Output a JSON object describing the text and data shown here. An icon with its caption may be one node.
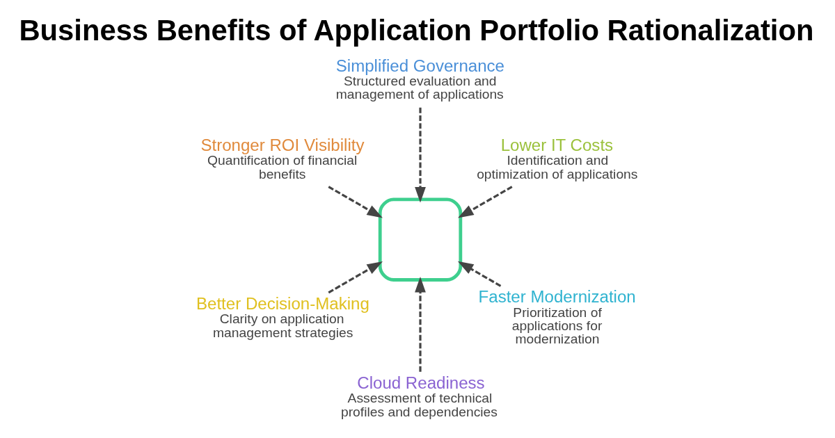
{
  "diagram": {
    "title": "Business Benefits of Application Portfolio Rationalization",
    "nodes": [
      {
        "text": [
          "Simplified Governance",
          "Structured evaluation and management of applications"
        ]
      },
      {
        "text": [
          "Stronger ROI Visibility",
          "Quantification of financial benefits"
        ]
      },
      {
        "text": [
          "Lower IT Costs",
          "Identification and optimization of applications"
        ]
      },
      {
        "text": [],
        "shape": "box"
      },
      {
        "text": [
          "Better Decision-Making",
          "Clarity on application management strategies"
        ]
      },
      {
        "text": [
          "Faster Modernization",
          "Prioritization of applications for modernization"
        ]
      },
      {
        "text": [
          "Cloud Readiness",
          "Assessment of technical profiles and dependencies"
        ]
      }
    ],
    "edges": [
      {
        "from": 0,
        "to": 3,
        "arrow": "to",
        "style": "dashed"
      },
      {
        "from": 1,
        "to": 3,
        "arrow": "to",
        "style": "dashed"
      },
      {
        "from": 2,
        "to": 3,
        "arrow": "to",
        "style": "dashed"
      },
      {
        "from": 4,
        "to": 3,
        "arrow": "to",
        "style": "dashed"
      },
      {
        "from": 5,
        "to": 3,
        "arrow": "to",
        "style": "dashed"
      },
      {
        "from": 6,
        "to": 3,
        "arrow": "to",
        "style": "dashed"
      }
    ]
  }
}
